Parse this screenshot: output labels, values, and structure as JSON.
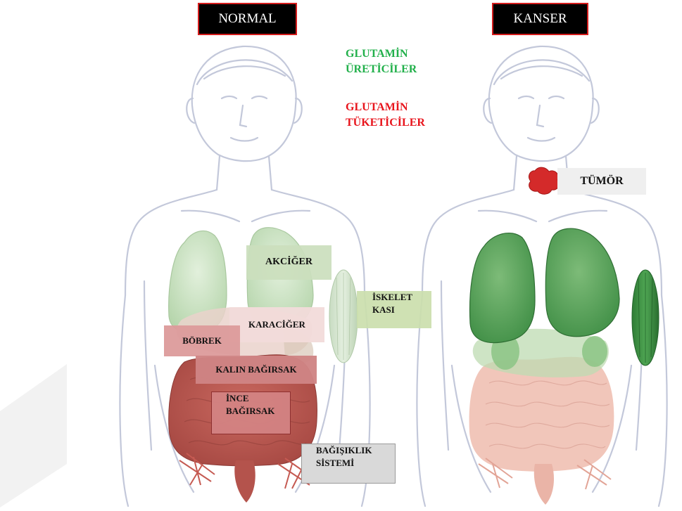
{
  "headers": {
    "normal": "NORMAL",
    "cancer": "KANSER"
  },
  "legend": {
    "producers": {
      "line1": "GLUTAMİN",
      "line2": "ÜRETİCİLER",
      "color": "#22b04b"
    },
    "consumers": {
      "line1": "GLUTAMİN",
      "line2": "TÜKETİCİLER",
      "color": "#e8141c"
    }
  },
  "labels": {
    "lung": "AKCİĞER",
    "skeletal_muscle_1": "İSKELET",
    "skeletal_muscle_2": "KASI",
    "liver": "KARACİĞER",
    "kidney": "BÖBREK",
    "large_intestine": "KALIN BAĞIRSAK",
    "small_intestine_1": "İNCE",
    "small_intestine_2": "BAĞIRSAK",
    "immune_1": "BAĞIŞIKLIK",
    "immune_2": "SİSTEMİ",
    "tumor": "TÜMÖR"
  },
  "colors": {
    "body_outline": "#b9bfd3",
    "producer_fill": "#9ed49a",
    "consumer_fill": "#c85a55",
    "cancer_gut": "#eeb7a9",
    "tumor": "#d42a2a"
  }
}
